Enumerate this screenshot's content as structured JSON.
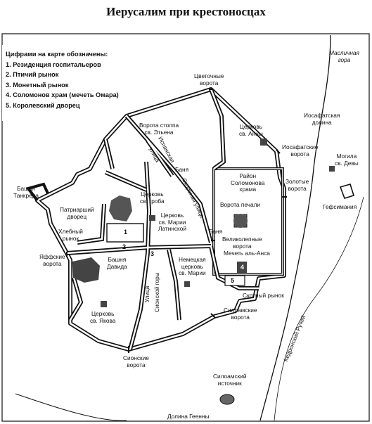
{
  "title": "Иерусалим при крестоносцах",
  "legend": {
    "heading": "Цифрами на карте обозначены:",
    "items": [
      "1. Резиденция госпитальеров",
      "2. Птичий рынок",
      "3. Монетный рынок",
      "4. Соломонов храм (мечеть Омара)",
      "5. Королевский дворец"
    ]
  },
  "labels": {
    "olive_mount": [
      "Масличная",
      "гора"
    ],
    "flower_gate": [
      "Цветочные",
      "ворота"
    ],
    "stephen_gate": [
      "Ворота столпа",
      "св. Этьена"
    ],
    "anne_church": [
      "Церковь",
      "св. Анны"
    ],
    "josaphat_valley": [
      "Иосафатская",
      "долина"
    ],
    "josaphat_gate": [
      "Иосафатские",
      "ворота"
    ],
    "mary_tomb": [
      "Могила",
      "св. Девы"
    ],
    "solomon_district": [
      "Район",
      "Соломонова",
      "храма"
    ],
    "golden_gate": [
      "Золотые",
      "ворота"
    ],
    "gethsemane": "Гефсимания",
    "bath1": "Баня",
    "tancred_tower": [
      "Башня",
      "Танкреда"
    ],
    "sepulchre_church": [
      "Церковь",
      "св. гроба"
    ],
    "patriarch_palace": [
      "Патриарший",
      "дворец"
    ],
    "mary_latin": [
      "Церковь",
      "св. Марии",
      "Латинской"
    ],
    "bread_market": [
      "Хлебный",
      "рынок"
    ],
    "sorrow_gate": "Ворота печали",
    "bath2": "Баня",
    "great_gate": [
      "Великолепные",
      "ворота"
    ],
    "jaffa_gate": [
      "Яффские",
      "ворота"
    ],
    "david_tower": [
      "Башня",
      "Давида"
    ],
    "german_church": [
      "Немецкая",
      "церковь",
      "св. Марии"
    ],
    "mosque_ansa": "Мечеть аль-Анса",
    "cattle_market": "Скотный рынок",
    "siloam_gate": [
      "Силоамские",
      "ворота"
    ],
    "james_church": [
      "Церковь",
      "св. Якова"
    ],
    "zion_gate": [
      "Сионские",
      "ворота"
    ],
    "siloam_spring": [
      "Силоамский",
      "источник"
    ],
    "kidron": "Кедронский Ручей",
    "hinnom": "Долина Геенны",
    "street_ispanskaya": [
      "Испанская",
      "улица"
    ],
    "street_skorbnaya": "Скорбная улица",
    "street_zion": [
      "Улица",
      "Сионской горы"
    ]
  },
  "numbers": [
    "1",
    "2",
    "3",
    "4",
    "5"
  ]
}
